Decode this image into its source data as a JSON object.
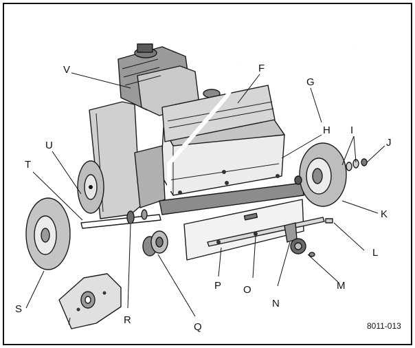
{
  "figure_id": "8011-013",
  "callouts": [
    {
      "letter": "V",
      "part": "engine"
    },
    {
      "letter": "F",
      "part": "handle-upper-frame"
    },
    {
      "letter": "G",
      "part": "handle"
    },
    {
      "letter": "H",
      "part": "housing"
    },
    {
      "letter": "I",
      "part": "washers"
    },
    {
      "letter": "J",
      "part": "nut"
    },
    {
      "letter": "K",
      "part": "rear-wheel"
    },
    {
      "letter": "L",
      "part": "bolt"
    },
    {
      "letter": "M",
      "part": "knob"
    },
    {
      "letter": "N",
      "part": "bracket"
    },
    {
      "letter": "O",
      "part": "blade-bar"
    },
    {
      "letter": "P",
      "part": "blade-plate"
    },
    {
      "letter": "Q",
      "part": "bearing"
    },
    {
      "letter": "R",
      "part": "collar"
    },
    {
      "letter": "S",
      "part": "front-wheel"
    },
    {
      "letter": "T",
      "part": "axle"
    },
    {
      "letter": "U",
      "part": "side-cover"
    }
  ],
  "colors": {
    "ink": "#111111",
    "shade": "#d9d9d9",
    "dark": "#6b6b6b",
    "light": "#f2f2f2"
  }
}
